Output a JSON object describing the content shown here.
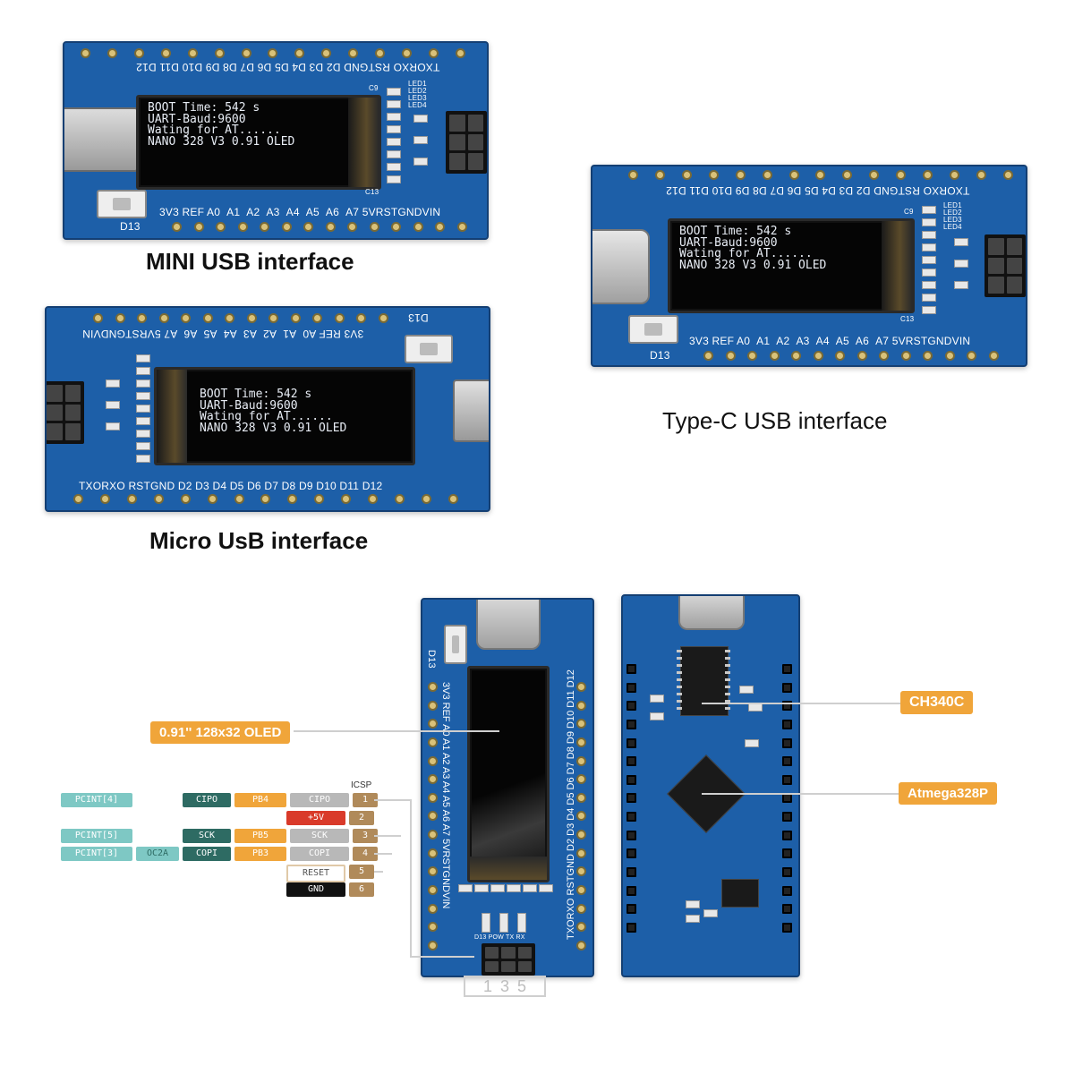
{
  "captions": {
    "mini": "MINI USB interface",
    "typec": "Type-C USB interface",
    "micro": "Micro UsB interface"
  },
  "oled_text": {
    "line1": "BOOT Time: 542 s",
    "line2": "UART-Baud:9600",
    "line3": "Wating for AT......",
    "line4": "NANO 328 V3 0.91 OLED"
  },
  "top_pin_labels": [
    "TXO",
    "RXO",
    "RST",
    "GND",
    "D2",
    "D3",
    "D4",
    "D5",
    "D6",
    "D7",
    "D8",
    "D9",
    "D10",
    "D11",
    "D12"
  ],
  "bottom_pin_labels": [
    "3V3",
    "REF",
    "A0",
    "A1",
    "A2",
    "A3",
    "A4",
    "A5",
    "A6",
    "A7",
    "5V",
    "RST",
    "GND",
    "VIN"
  ],
  "misc_labels": {
    "d13": "D13",
    "led1": "LED1",
    "led2": "LED2",
    "led3": "LED3",
    "led4": "LED4",
    "c9": "C9",
    "c13": "C13",
    "rx": "RX",
    "tx": "TX",
    "pow": "POW",
    "d13b": "D13"
  },
  "callouts": {
    "oled": "0.91'' 128x32 OLED",
    "ch340": "CH340C",
    "atmega": "Atmega328P"
  },
  "icsp": {
    "title": "ICSP",
    "header_numbers": "1 3 5",
    "rows": [
      {
        "num": "1",
        "name": "CIPO",
        "port": "PB4",
        "alt": "CIPO",
        "extra": "",
        "pcint": "PCINT[4]"
      },
      {
        "num": "2",
        "name": "+5V",
        "port": "",
        "alt": "",
        "extra": "",
        "pcint": ""
      },
      {
        "num": "3",
        "name": "SCK",
        "port": "PB5",
        "alt": "SCK",
        "extra": "",
        "pcint": "PCINT[5]"
      },
      {
        "num": "4",
        "name": "COPI",
        "port": "PB3",
        "alt": "COPI",
        "extra": "OC2A",
        "pcint": "PCINT[3]"
      },
      {
        "num": "5",
        "name": "RESET",
        "port": "",
        "alt": "",
        "extra": "",
        "pcint": ""
      },
      {
        "num": "6",
        "name": "GND",
        "port": "",
        "alt": "",
        "extra": "",
        "pcint": ""
      }
    ]
  },
  "colors": {
    "board_blue": "#1d5fa8",
    "callout_orange": "#f0a53a",
    "pcint_teal": "#7ec8c4",
    "alt_dark_teal": "#2e6b63",
    "port_orange": "#f0a53a",
    "name_gray": "#b8b8b8",
    "num_brown": "#b08a5a",
    "power_red": "#d93a2a"
  }
}
